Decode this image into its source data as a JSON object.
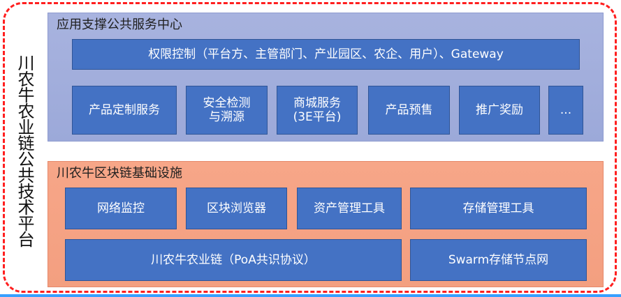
{
  "title_vertical": "川农牛农业链公共技术平台",
  "top_section": {
    "title": "应用支撑公共服务中心",
    "permission": "权限控制（平台方、主管部门、产业园区、农企、用户）、Gateway",
    "services": [
      "产品定制服务",
      "安全检测\n与溯源",
      "商城服务\n(3E平台)",
      "产品预售",
      "推广奖励",
      "..."
    ]
  },
  "bottom_section": {
    "title": "川农牛区块链基础设施",
    "tools": [
      "网络监控",
      "区块浏览器",
      "资产管理工具",
      "存储管理工具"
    ],
    "chains": [
      "川农牛农业链（PoA共识协议）",
      "Swarm存储节点网"
    ]
  },
  "colors": {
    "outer_border": "#ff1f1f",
    "top_panel": "#a8b3df",
    "bottom_panel": "#f7a688",
    "box_fill": "#4472c4",
    "box_border": "#2f5597"
  }
}
